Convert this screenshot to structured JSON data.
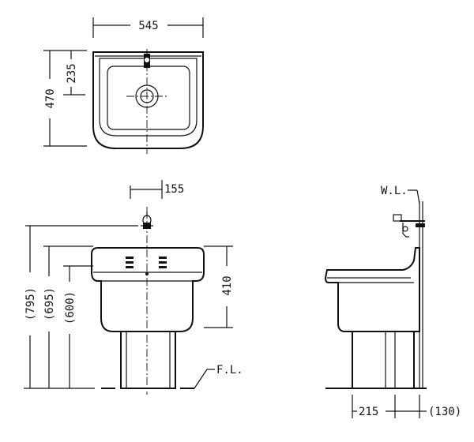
{
  "dimensions": {
    "top_width": "545",
    "top_depth": "470",
    "top_drain_offset": "235",
    "front_tap_offset": "155",
    "front_height_total": "(795)",
    "front_height_mid": "(695)",
    "front_height_rim": "(600)",
    "front_bowl_depth": "410",
    "side_base_offset": "215",
    "side_wall_offset": "(130)"
  },
  "labels": {
    "water_line": "W.L.",
    "floor_line": "F.L."
  }
}
